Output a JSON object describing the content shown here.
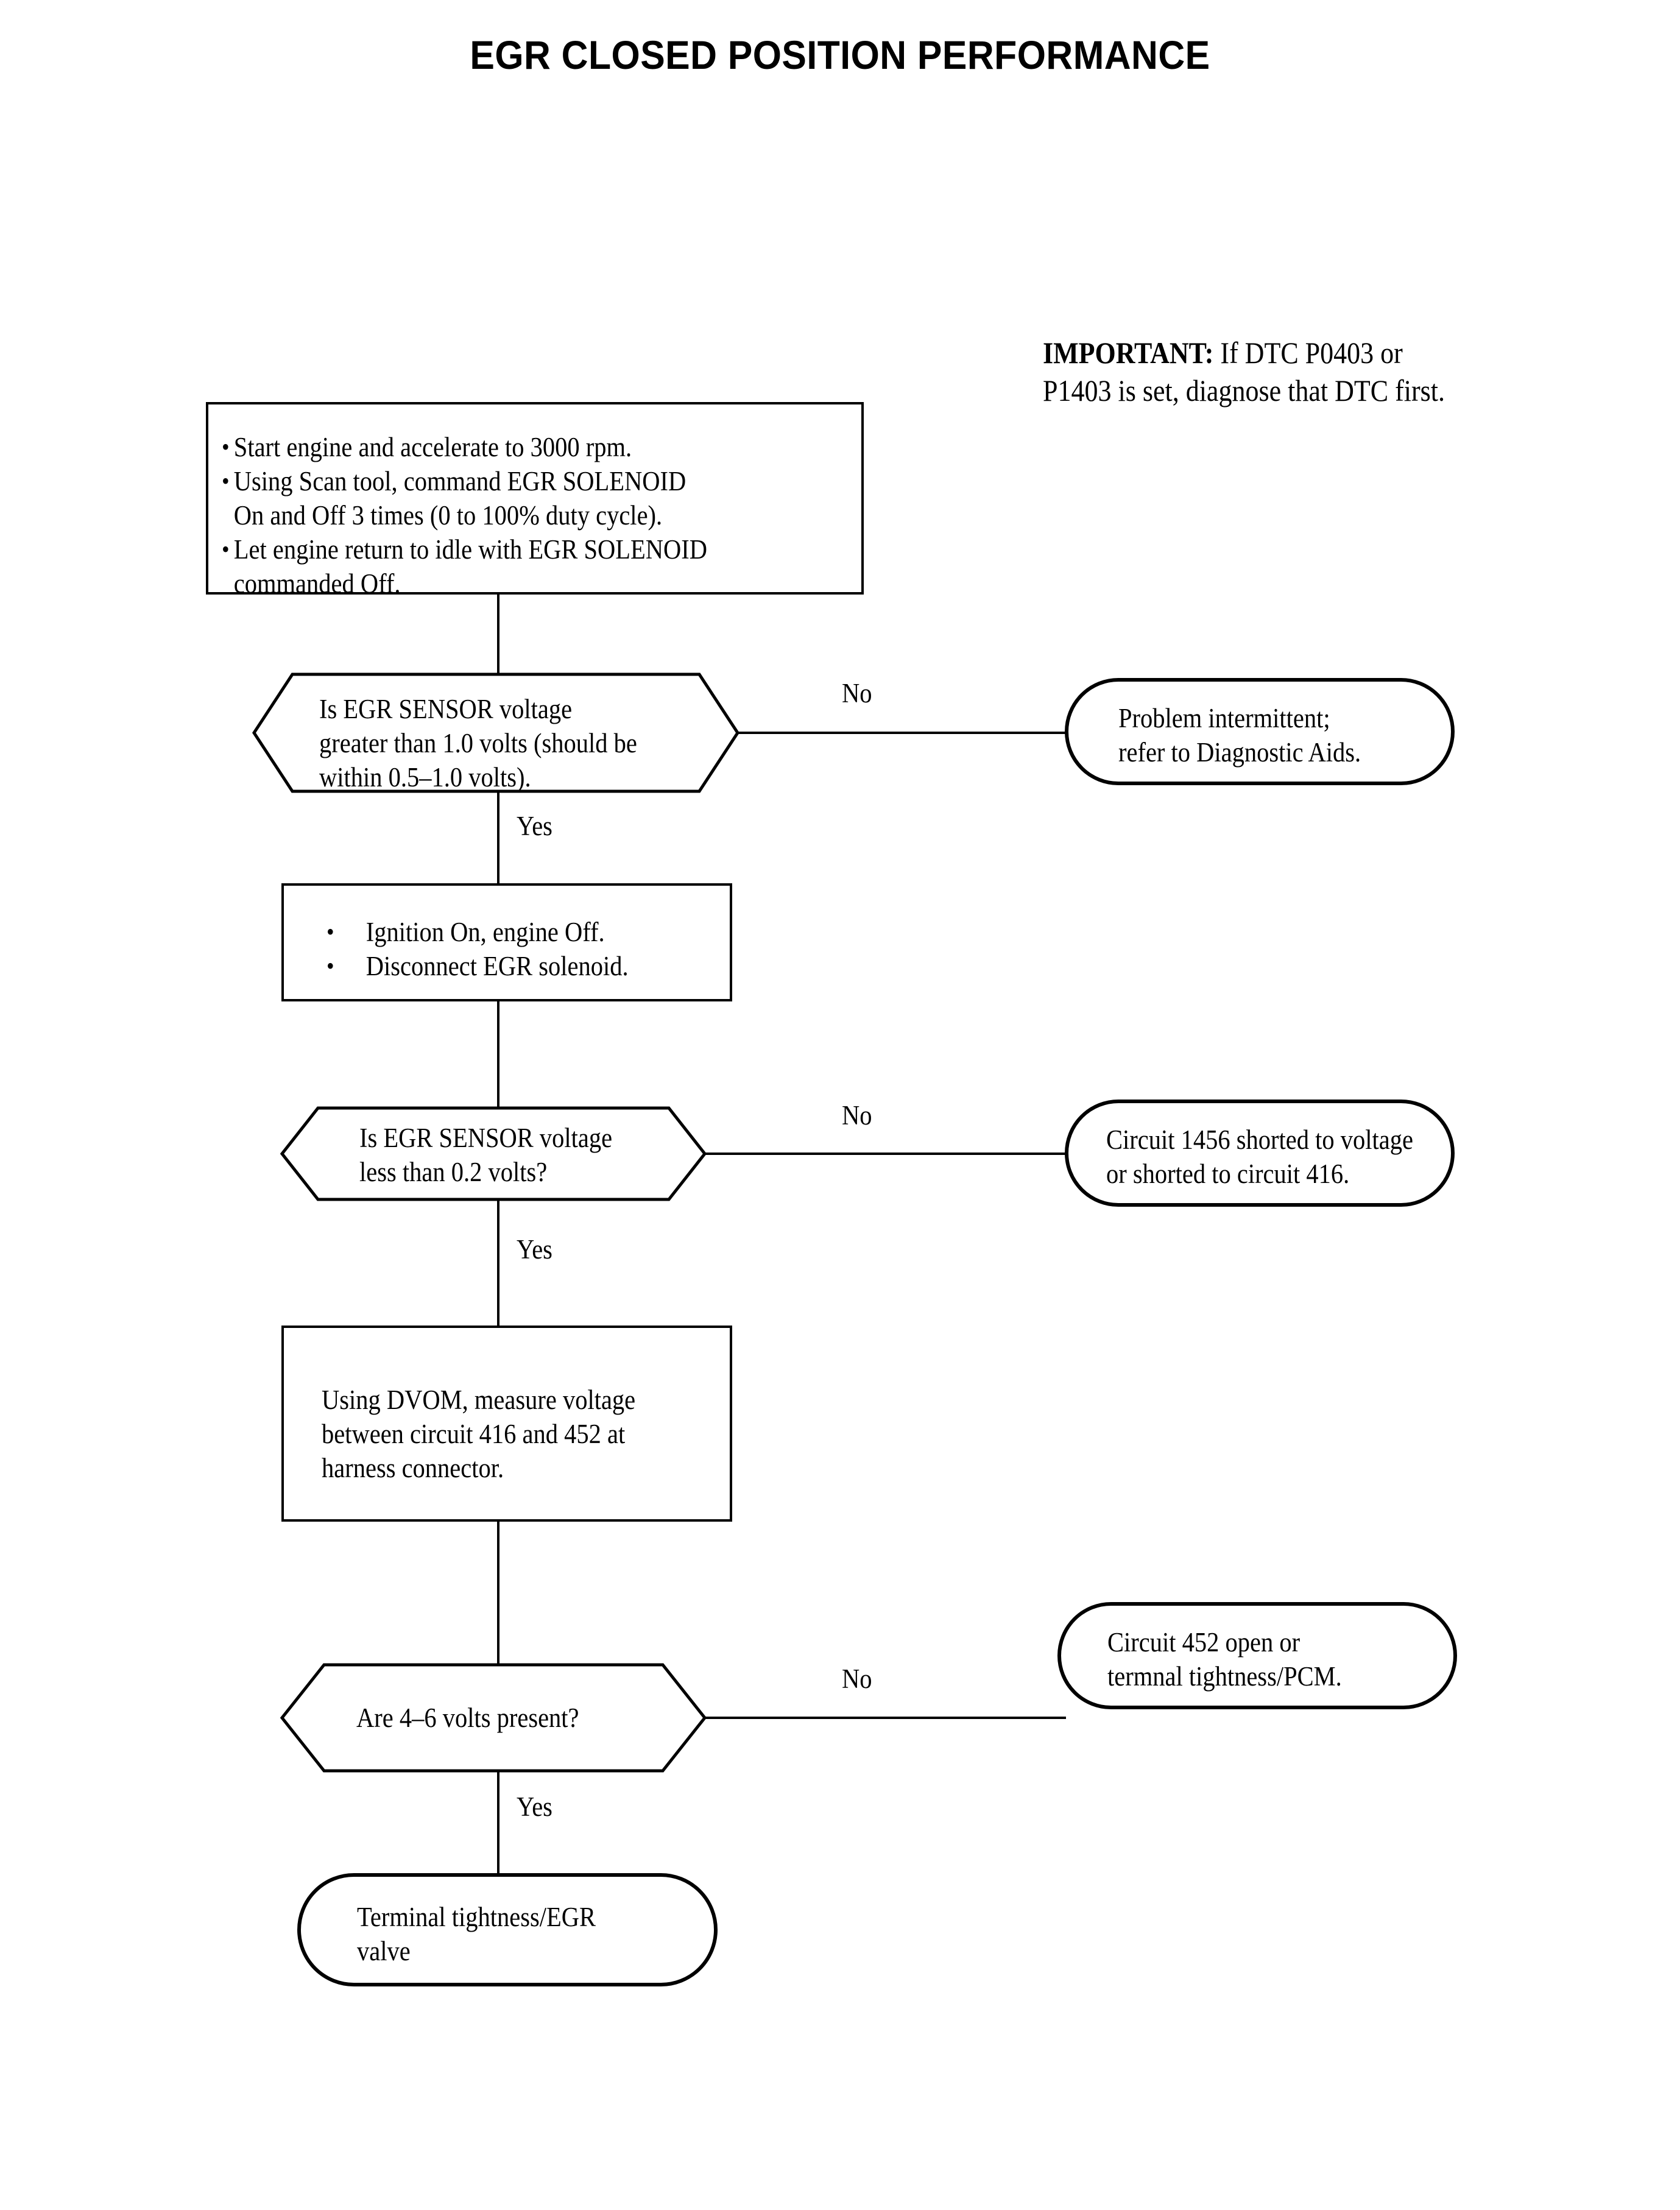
{
  "title": "EGR CLOSED POSITION PERFORMANCE",
  "important_note": {
    "lead": "IMPORTANT:",
    "body": "  If DTC P0403 or P1403 is set, diagnose that DTC first."
  },
  "nodes": {
    "step1": {
      "type": "process",
      "bullets": [
        "Start engine and accelerate to 3000 rpm.",
        "Using Scan tool, command EGR SOLENOID\nOn and Off 3 times (0 to 100% duty cycle).",
        "Let engine return to idle with EGR SOLENOID\ncommanded Off."
      ]
    },
    "decision1": {
      "type": "decision",
      "text": "Is EGR SENSOR voltage\ngreater than 1.0 volts (should be\nwithin 0.5–1.0 volts)."
    },
    "result1": {
      "type": "terminal",
      "text": "Problem intermittent;\nrefer to Diagnostic Aids."
    },
    "step2": {
      "type": "process",
      "bullets": [
        "Ignition On, engine Off.",
        "Disconnect EGR solenoid."
      ]
    },
    "decision2": {
      "type": "decision",
      "text": "Is EGR SENSOR voltage\nless than 0.2 volts?"
    },
    "result2": {
      "type": "terminal",
      "text": "Circuit 1456 shorted to voltage\nor shorted to circuit 416."
    },
    "step3": {
      "type": "process",
      "text": "Using DVOM, measure voltage\nbetween circuit 416 and 452 at\nharness connector."
    },
    "decision3": {
      "type": "decision",
      "text": "Are 4–6 volts present?"
    },
    "result3": {
      "type": "terminal",
      "text": "Circuit 452 open or\ntermnal tightness/PCM."
    },
    "result4": {
      "type": "terminal",
      "text": "Terminal tightness/EGR\nvalve"
    }
  },
  "edges": {
    "no1": "No",
    "yes1": "Yes",
    "no2": "No",
    "yes2": "Yes",
    "no3": "No",
    "yes3": "Yes"
  },
  "colors": {
    "ink": "#000000",
    "paper": "#ffffff"
  }
}
